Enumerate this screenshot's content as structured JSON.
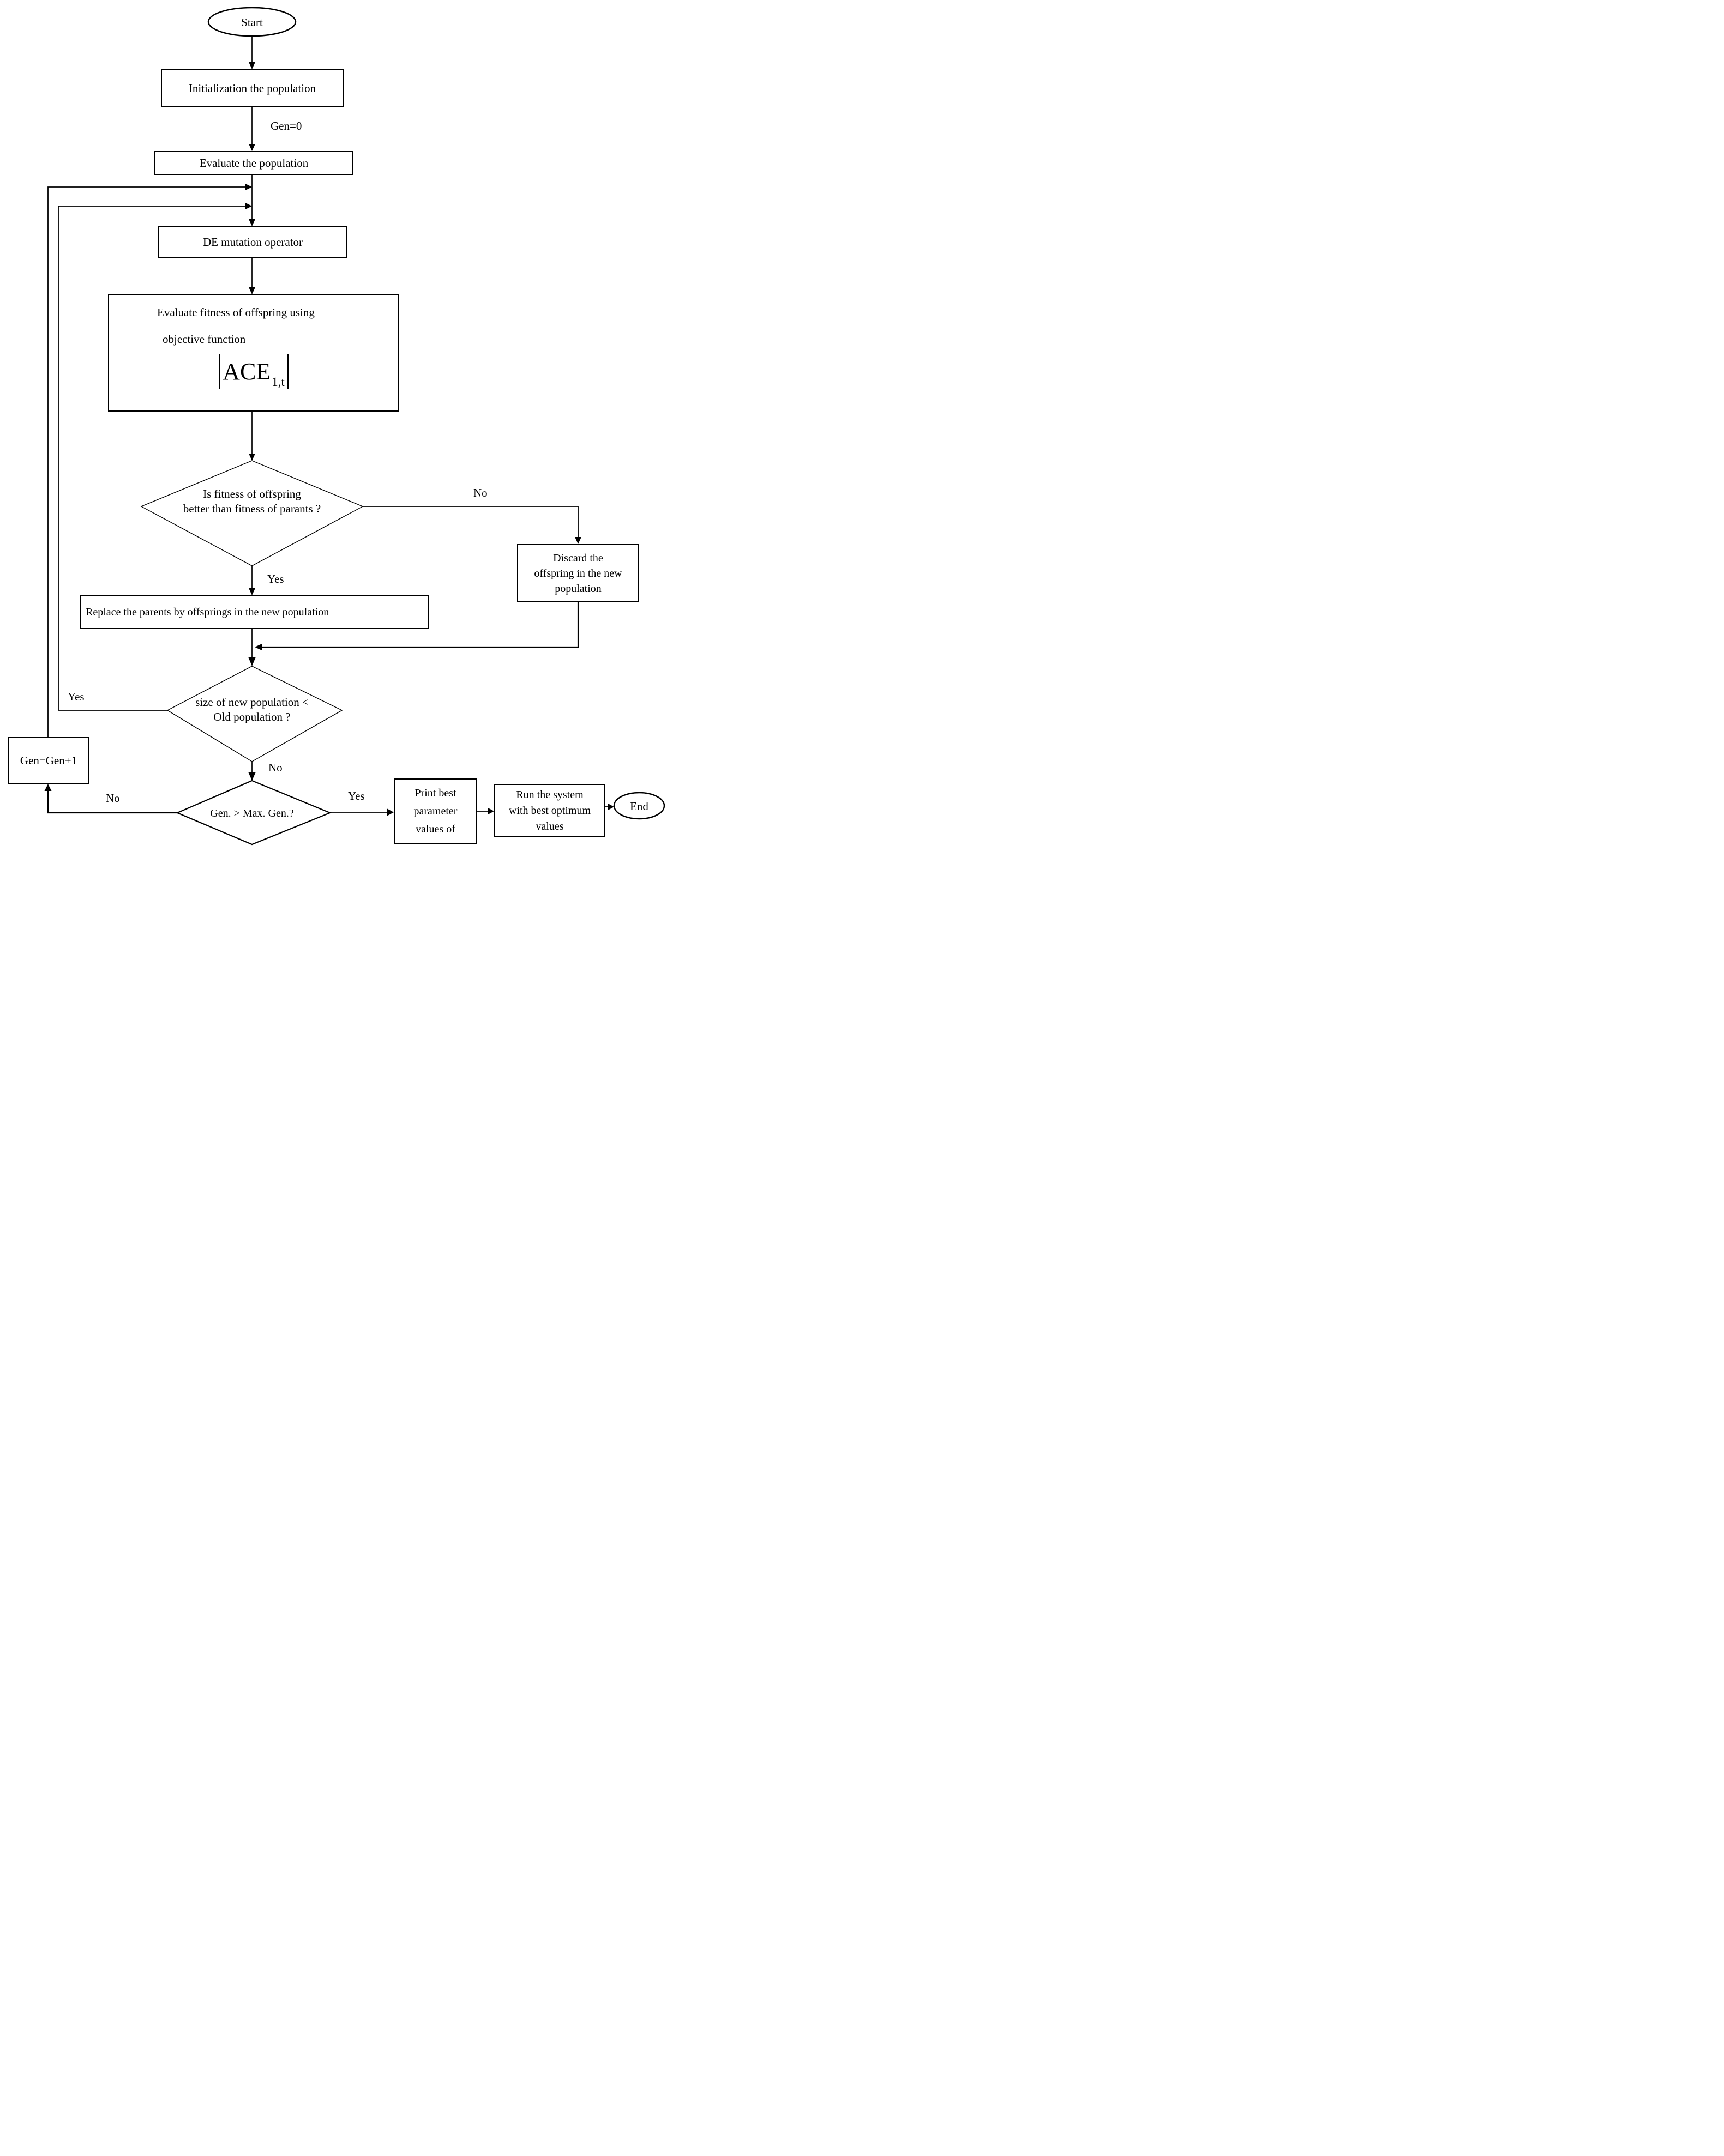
{
  "diagram": {
    "nodes": {
      "start": "Start",
      "init": "Initialization the population",
      "evaluate": "Evaluate the population",
      "mutation": "DE mutation operator",
      "fitness_line1": "Evaluate fitness of offspring using",
      "fitness_line2": "objective function",
      "formula_main": "ACE",
      "formula_sub": "1,t",
      "decision1_line1": "Is fitness of offspring",
      "decision1_line2": "better than fitness of parants ?",
      "discard_line1": "Discard the",
      "discard_line2": "offspring in the new",
      "discard_line3": "population",
      "replace": "Replace the parents by offsprings in the new population",
      "decision2_line1": "size of new population <",
      "decision2_line2": "Old population ?",
      "gen_update": "Gen=Gen+1",
      "decision3": "Gen. > Max. Gen.?",
      "print_line1": "Print best",
      "print_line2": "parameter",
      "print_line3": "values of",
      "run_line1": "Run the system",
      "run_line2": "with best optimum",
      "run_line3": "values",
      "end": "End"
    },
    "labels": {
      "gen0": "Gen=0",
      "d1_no": "No",
      "d1_yes": "Yes",
      "d2_yes": "Yes",
      "d2_no": "No",
      "d3_no": "No",
      "d3_yes": "Yes"
    },
    "colors": {
      "ink": "#000000",
      "paper": "#ffffff"
    }
  }
}
